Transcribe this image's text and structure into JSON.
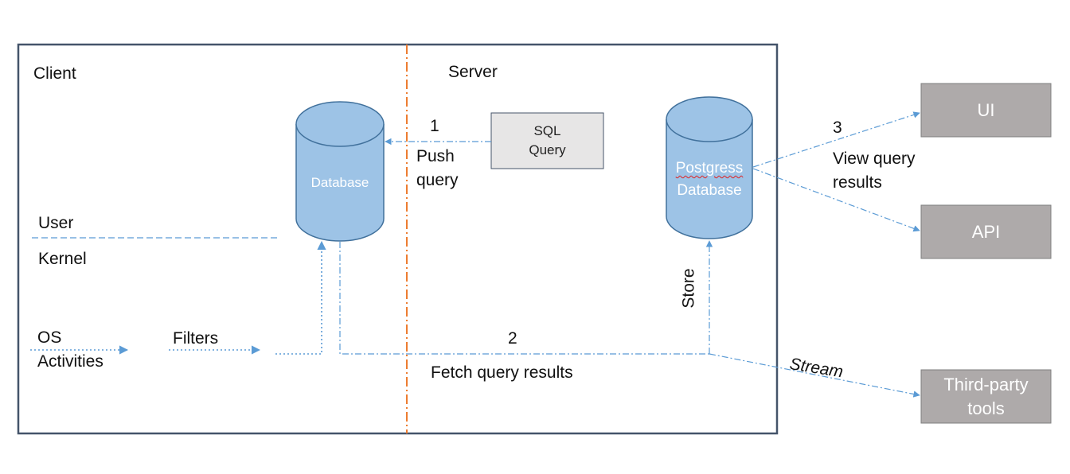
{
  "regions": {
    "client": "Client",
    "server": "Server",
    "user": "User",
    "kernel": "Kernel"
  },
  "nodes": {
    "os_activities": {
      "line1": "OS",
      "line2": "Activities"
    },
    "filters": "Filters",
    "client_database": "Database",
    "sql_query": {
      "line1": "SQL",
      "line2": "Query"
    },
    "postgres_database": {
      "line1": "Postgress",
      "line2": "Database"
    },
    "ui": "UI",
    "api": "API",
    "third_party": {
      "line1": "Third-party",
      "line2": "tools"
    }
  },
  "edges": {
    "step1_number": "1",
    "step1_label": {
      "line1": "Push",
      "line2": "query"
    },
    "step2_number": "2",
    "step2_label": "Fetch query results",
    "step3_number": "3",
    "step3_label": {
      "line1": "View query",
      "line2": "results"
    },
    "store_label": "Store",
    "stream_label": "Stream"
  },
  "colors": {
    "frame": "#44546a",
    "divider": "#ed7d31",
    "cylinder_fill": "#9dc3e6",
    "cylinder_stroke": "#41719c",
    "connector": "#5b9bd5",
    "output_box": "#aeaaaa",
    "output_box_stroke": "#7f7f7f",
    "sql_box": "#e7e6e6",
    "sql_box_stroke": "#44546a"
  }
}
